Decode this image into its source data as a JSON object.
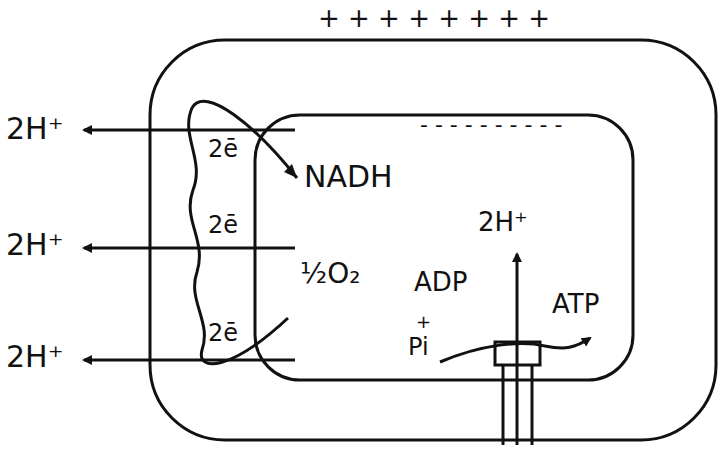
{
  "diagram": {
    "labels": [
      "+ + + + + + + +",
      "- - - - - - - - - -",
      "2H⁺",
      "2H⁺",
      "2H⁺",
      "2ē",
      "2ē",
      "2ē",
      "NADH",
      "½O₂",
      "2H⁺",
      "ADP",
      "+",
      "Pi",
      "ATP"
    ]
  }
}
